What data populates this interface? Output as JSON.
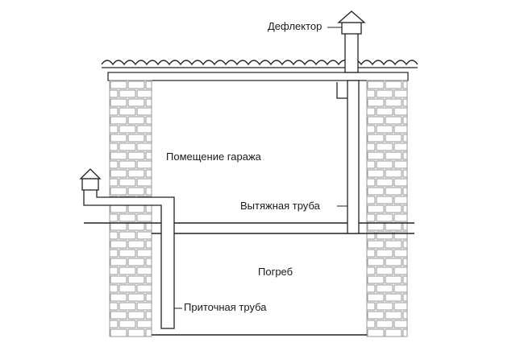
{
  "labels": {
    "deflector": "Дефлектор",
    "garage_room": "Помещение гаража",
    "exhaust_pipe": "Вытяжная труба",
    "cellar": "Погреб",
    "supply_pipe": "Приточная труба"
  },
  "colors": {
    "line": "#222222",
    "brick_fill": "#f4f4f4",
    "brick_stroke": "#9a9a9a",
    "background": "#ffffff"
  }
}
